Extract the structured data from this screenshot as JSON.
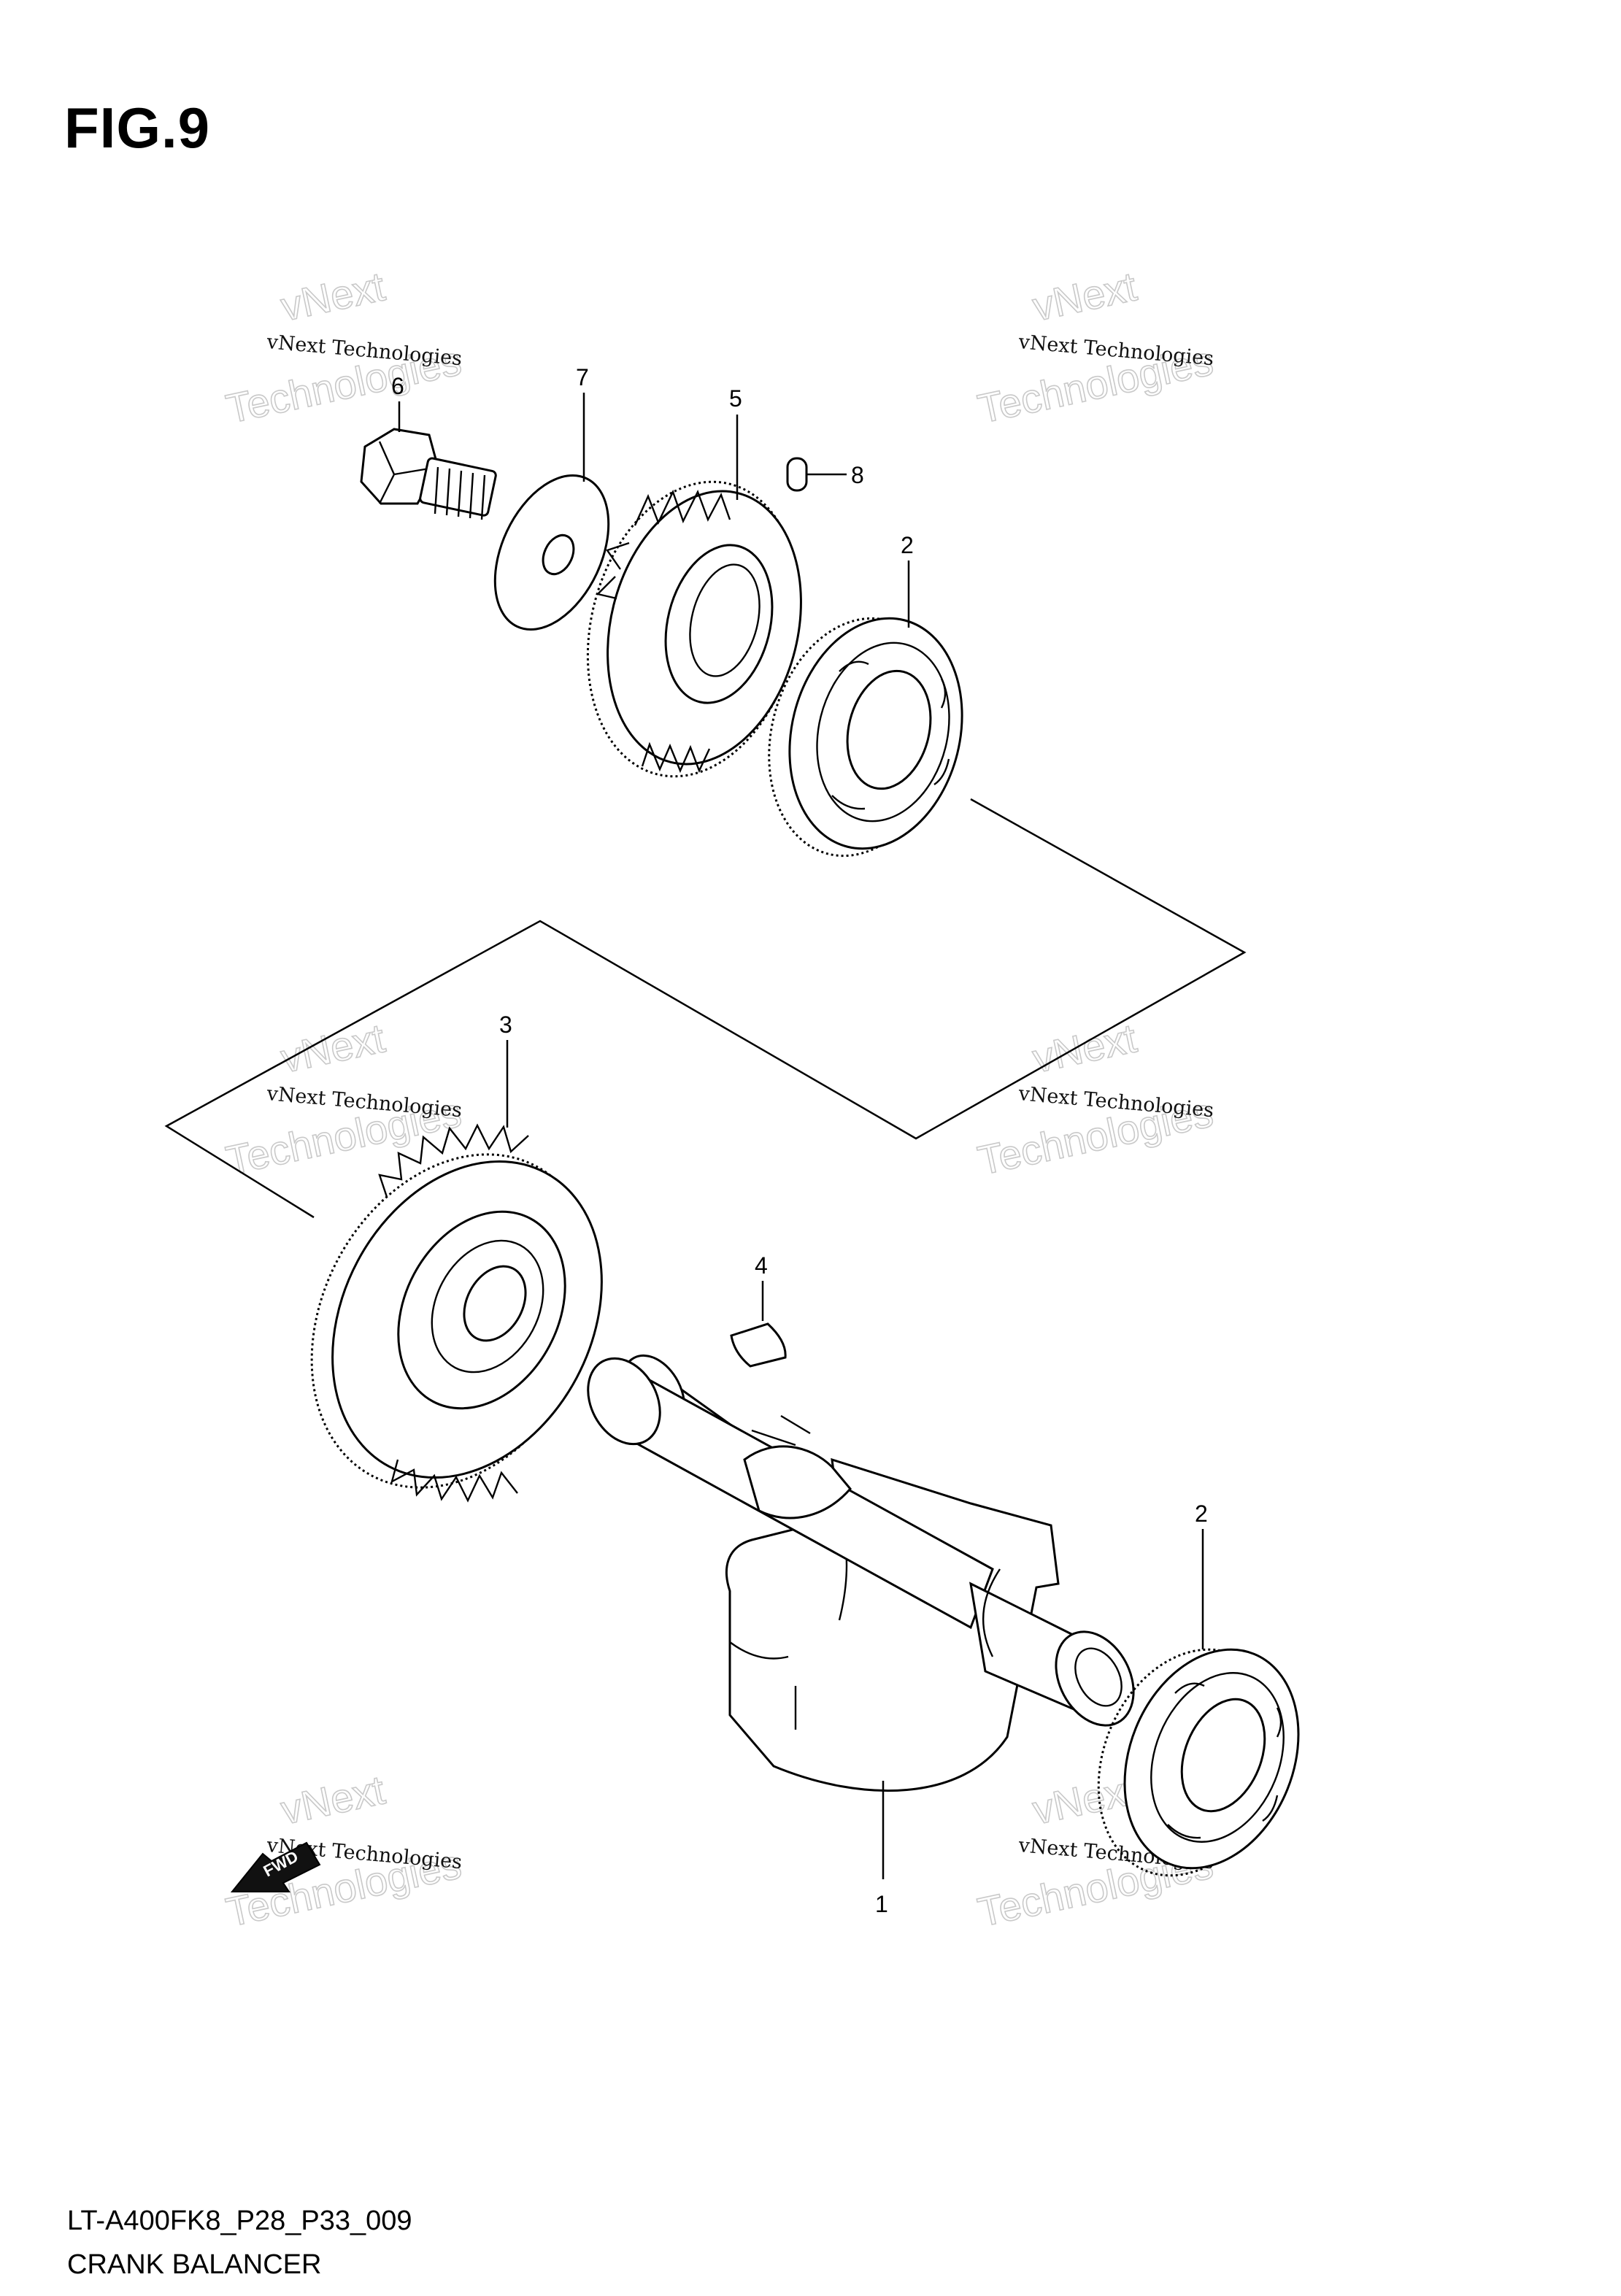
{
  "figure": {
    "title": "FIG.9",
    "code": "LT-A400FK8_P28_P33_009",
    "name": "CRANK BALANCER"
  },
  "callouts": {
    "c1": "1",
    "c2a": "2",
    "c2b": "2",
    "c3": "3",
    "c4": "4",
    "c5": "5",
    "c6": "6",
    "c7": "7",
    "c8": "8"
  },
  "watermark": {
    "line1": "vNext Technologies",
    "line2a": "vNext",
    "line2b": "Technologies"
  },
  "direction_badge": "FWD"
}
